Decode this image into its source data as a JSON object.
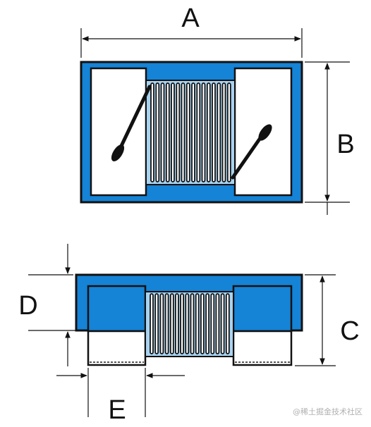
{
  "labels": {
    "a": "A",
    "b": "B",
    "c": "C",
    "d": "D",
    "e": "E"
  },
  "watermark": "@稀土掘金技术社区",
  "colors": {
    "body_blue": "#1583d6",
    "core_light": "#a8d3f0",
    "pad_white": "#ffffff",
    "stroke": "#111111"
  },
  "icons": {
    "winding": "coil-winding-icon",
    "lead": "wire-lead-icon"
  }
}
